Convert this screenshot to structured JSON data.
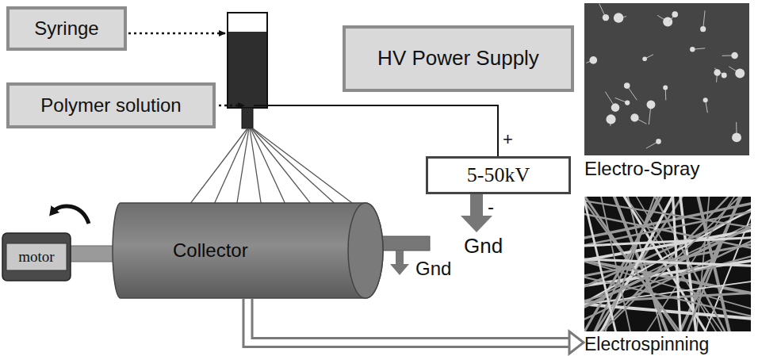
{
  "diagram": {
    "nodes": [
      {
        "text": [
          "Syringe"
        ]
      },
      {
        "text": [
          "Polymer solution"
        ]
      },
      {
        "text": [
          "HV Power Supply"
        ]
      },
      {
        "text": [
          "5-50kV"
        ]
      },
      {
        "text": [
          "motor"
        ]
      },
      {
        "text": [
          "Collector"
        ]
      },
      {
        "text": [
          "Electro-Spray"
        ]
      },
      {
        "text": [
          "Electrospinning"
        ]
      }
    ],
    "edges": [
      {
        "from": 5,
        "to": 7,
        "arrow": "to"
      }
    ],
    "labels": [
      "+",
      "-",
      "Gnd",
      "Gnd"
    ]
  }
}
